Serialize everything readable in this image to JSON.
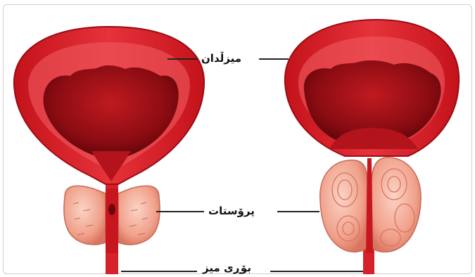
{
  "labels": {
    "bladder": "میزڵدان",
    "prostate": "پرۆستات",
    "urethra": "بۆڕی میز"
  },
  "colors": {
    "tissue": "#e0232c",
    "tissue_dark": "#a80e16",
    "cavity": "#7a0a0f",
    "prostate": "#f2a08e",
    "prostate_dark": "#d9745f"
  }
}
